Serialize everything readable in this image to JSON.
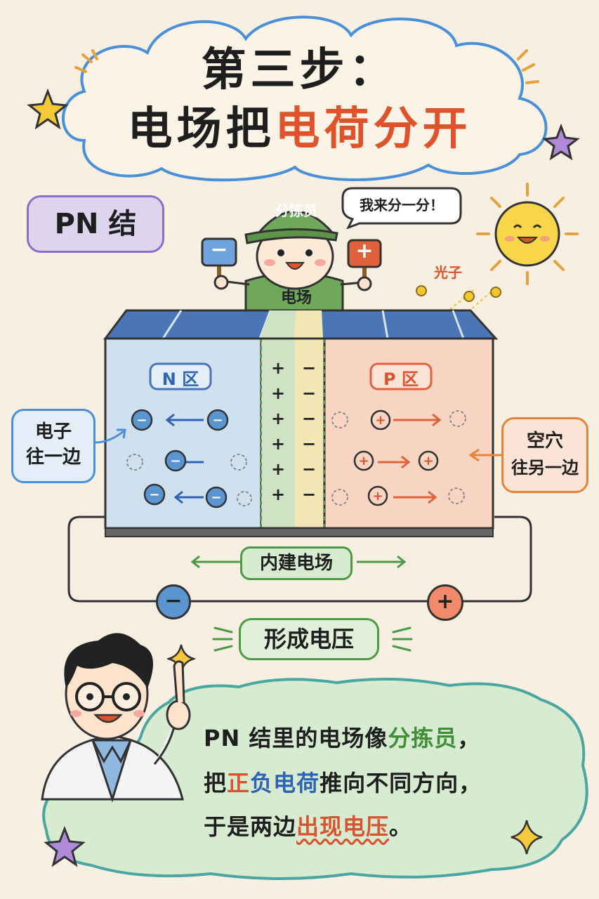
{
  "title": {
    "line1": "第三步：",
    "line2_black": "电场把",
    "line2_red": "电荷分开"
  },
  "pn_label": "PN 结",
  "sorter": {
    "hat_label": "分拣员",
    "shirt_label": "电场",
    "speech": "我来分一分！",
    "left_sign": "−",
    "right_sign": "+"
  },
  "photon_label": "光子",
  "zones": {
    "n_label": "N 区",
    "p_label": "P 区"
  },
  "side_labels": {
    "electron_line1": "电子",
    "electron_line2": "往一边",
    "hole_line1": "空穴",
    "hole_line2": "往另一边"
  },
  "field_label": "内建电场",
  "terminals": {
    "negative": "−",
    "positive": "+"
  },
  "voltage_label": "形成电压",
  "explanation": {
    "l1_a": "PN 结里的电场像",
    "l1_b": "分拣员",
    "l1_c": "，",
    "l2_a": "把",
    "l2_b": "正",
    "l2_c": "负",
    "l2_d": "电荷",
    "l2_e": "推向不同方向，",
    "l3_a": "于是两边",
    "l3_b": "出现电压",
    "l3_c": "。"
  },
  "colors": {
    "n_region": "#cfe0ee",
    "p_region": "#f7d5c2",
    "junction_green": "#cfe2c4",
    "junction_yellow": "#f3e6b5",
    "electron_blue": "#5b95cf",
    "hole_red": "#e0623c",
    "field_green": "#4d9a45",
    "bubble_green": "#d6ebcf",
    "cloud_blue": "#4a90d9"
  }
}
